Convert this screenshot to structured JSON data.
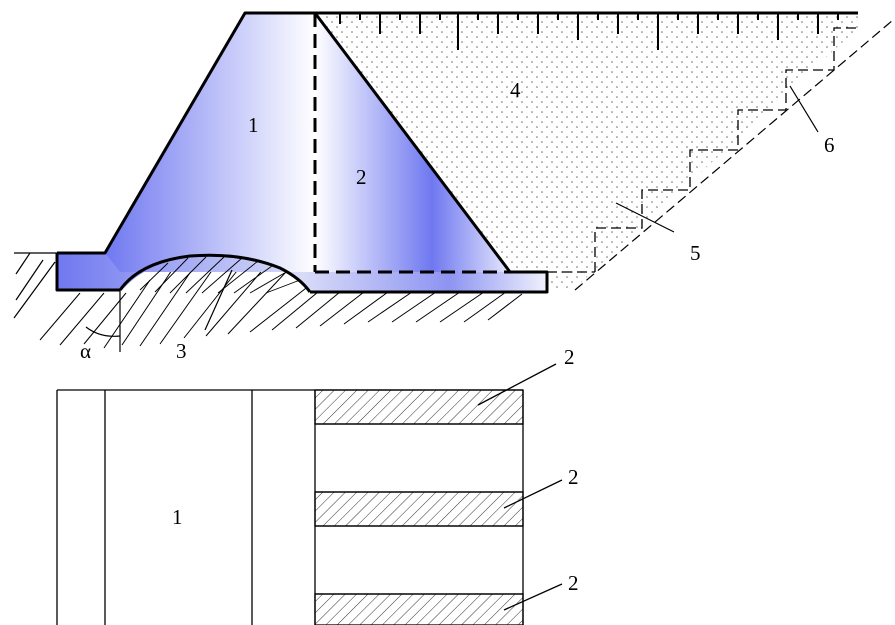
{
  "labels": {
    "one_upper": "1",
    "two_upper": "2",
    "three": "3",
    "four": "4",
    "five": "5",
    "six": "6",
    "alpha": "α",
    "one_lower": "1",
    "two_top": "2",
    "two_middle": "2",
    "two_bottom": "2"
  },
  "colors": {
    "gradient_blue": "#6f78f0",
    "gradient_light": "#ffffff",
    "line": "#000000",
    "fill_dots": "#6d6d6d"
  }
}
